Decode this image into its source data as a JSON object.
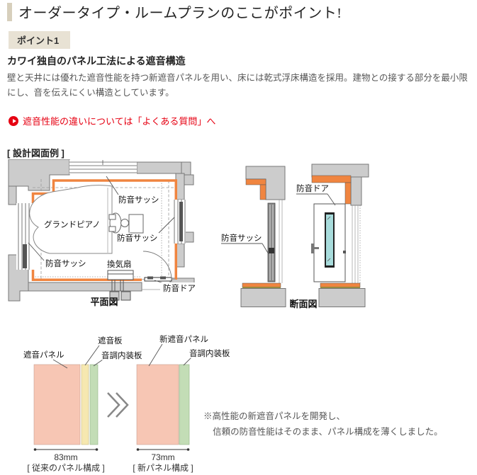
{
  "header": {
    "title": "オーダータイプ・ルームプランのここがポイント!"
  },
  "point": {
    "badge": "ポイント1",
    "heading": "カワイ独自のパネル工法による遮音構造",
    "body": "壁と天井には優れた遮音性能を持つ新遮音パネルを用い、床には乾式浮床構造を採用。建物との接する部分を最小限にし、音を伝えにくい構造としています。",
    "link_label": "遮音性能の違いについては「よくある質問」へ"
  },
  "section": {
    "label": "[ 設計図面例 ]"
  },
  "plan": {
    "caption": "平面図",
    "sash_top": "防音サッシ",
    "sash_mid": "防音サッシ",
    "sash_left": "防音サッシ",
    "piano": "グランドピアノ",
    "fan": "換気扇",
    "door": "防音ドア"
  },
  "section_view": {
    "caption": "断面図",
    "sash": "防音サッシ",
    "door": "防音ドア"
  },
  "panels": {
    "old_panel": "遮音パネル",
    "old_board": "遮音板",
    "old_lining": "音調内装板",
    "new_panel": "新遮音パネル",
    "new_lining": "音調内装板",
    "old_width": "83mm",
    "new_width": "73mm",
    "old_caption": "[ 従来のパネル構成 ]",
    "new_caption": "[ 新パネル構成 ]",
    "note1": "※高性能の新遮音パネルを開発し、",
    "note2": "信頼の防音性能はそのまま、パネル構成を薄くしました。"
  },
  "colors": {
    "accent_beige": "#d7cfbc",
    "badge_bg": "#e8e2d4",
    "link_red": "#e60012",
    "panel_orange": "#f08540",
    "wall_gray": "#cccccc",
    "glass_teal": "#a8dcdc",
    "old_pink": "#f7c6b4",
    "old_yellow": "#f6e8b0",
    "lining_green": "#c3ddb6"
  }
}
